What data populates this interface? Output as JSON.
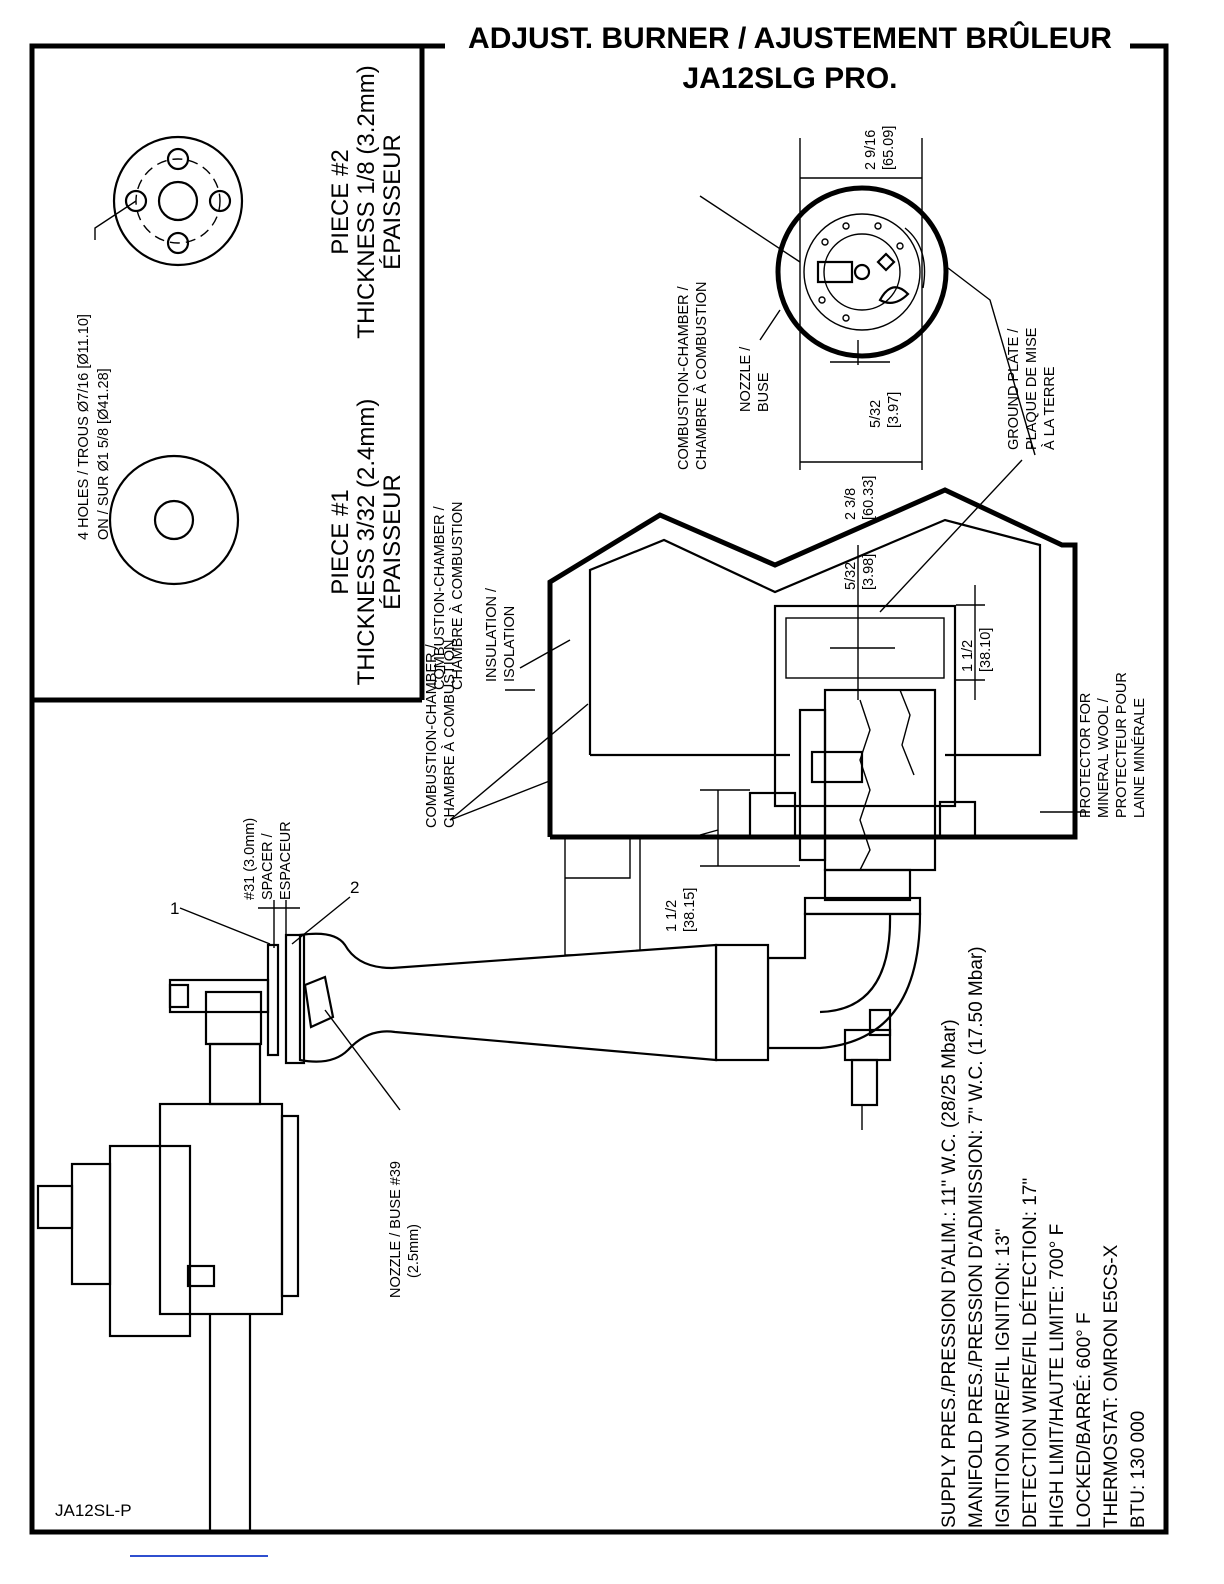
{
  "title": {
    "line1": "ADJUST. BURNER / AJUSTEMENT BRÛLEUR",
    "line2": "JA12SLG PRO."
  },
  "drawing_code": "JA12SL-P",
  "inset": {
    "holes_note": [
      "4 HOLES / TROUS Ø7/16 [Ø11.10]",
      "ON / SUR Ø1 5/8 [Ø41.28]"
    ],
    "piece1": [
      "PIECE #1",
      "THICKNESS 3/32 (2.4mm)",
      "ÉPAISSEUR"
    ],
    "piece2": [
      "PIECE #2",
      "THICKNESS 1/8 (3.2mm)",
      "ÉPAISSEUR"
    ]
  },
  "top_view": {
    "dim_width": [
      "2 9/16",
      "[65.09]"
    ],
    "dim_offset": [
      "5/32",
      "[3.97]"
    ],
    "dim_height": [
      "2 3/8",
      "[60.33]"
    ],
    "combustion_label": [
      "COMBUSTION-CHAMBER /",
      "CHAMBRE À COMBUSTION"
    ],
    "nozzle_label": [
      "NOZZLE /",
      "BUSE"
    ],
    "ground_label": [
      "GROUND PLATE /",
      "PLAQUE DE MISE",
      "À LA TERRE"
    ]
  },
  "section": {
    "dim_gap": [
      "5/32",
      "[3.98]"
    ],
    "dim_top": [
      "1 1/2",
      "[38.10]"
    ],
    "dim_bottom": [
      "1 1/2",
      "[38.15]"
    ],
    "insulation_label": [
      "INSULATION /",
      "ISOLATION"
    ],
    "combustion_label_inner": [
      "COMBUSTION-CHAMBER /",
      "CHAMBRE À COMBUSTION"
    ],
    "combustion_label_outer": [
      "COMBUSTION-CHAMBER /",
      "CHAMBRE À COMBUSTION"
    ],
    "protector_label": [
      "PROTECTOR FOR",
      "MINERAL WOOL /",
      "PROTECTEUR POUR",
      "LAINE MINÉRALE"
    ]
  },
  "burner": {
    "spacer_label": [
      "#31 (3.0mm)",
      "SPACER /",
      "ESPACEUR"
    ],
    "callout_1": "1",
    "callout_2": "2",
    "nozzle_label": [
      "NOZZLE / BUSE #39",
      "(2.5mm)"
    ]
  },
  "specs": [
    "SUPPLY PRES./PRESSION D'ALIM.: 11\" W.C. (28/25 Mbar)",
    "MANIFOLD PRES./PRESSION D'ADMISSION: 7\" W.C. (17.50 Mbar)",
    "IGNITION WIRE/FIL IGNITION: 13\"",
    "DETECTION WIRE/FIL DÉTECTION: 17\"",
    "HIGH LIMIT/HAUTE LIMITE: 700° F",
    "LOCKED/BARRÉ: 600° F",
    "THERMOSTAT: OMRON E5CS-X",
    "BTU: 130 000"
  ]
}
